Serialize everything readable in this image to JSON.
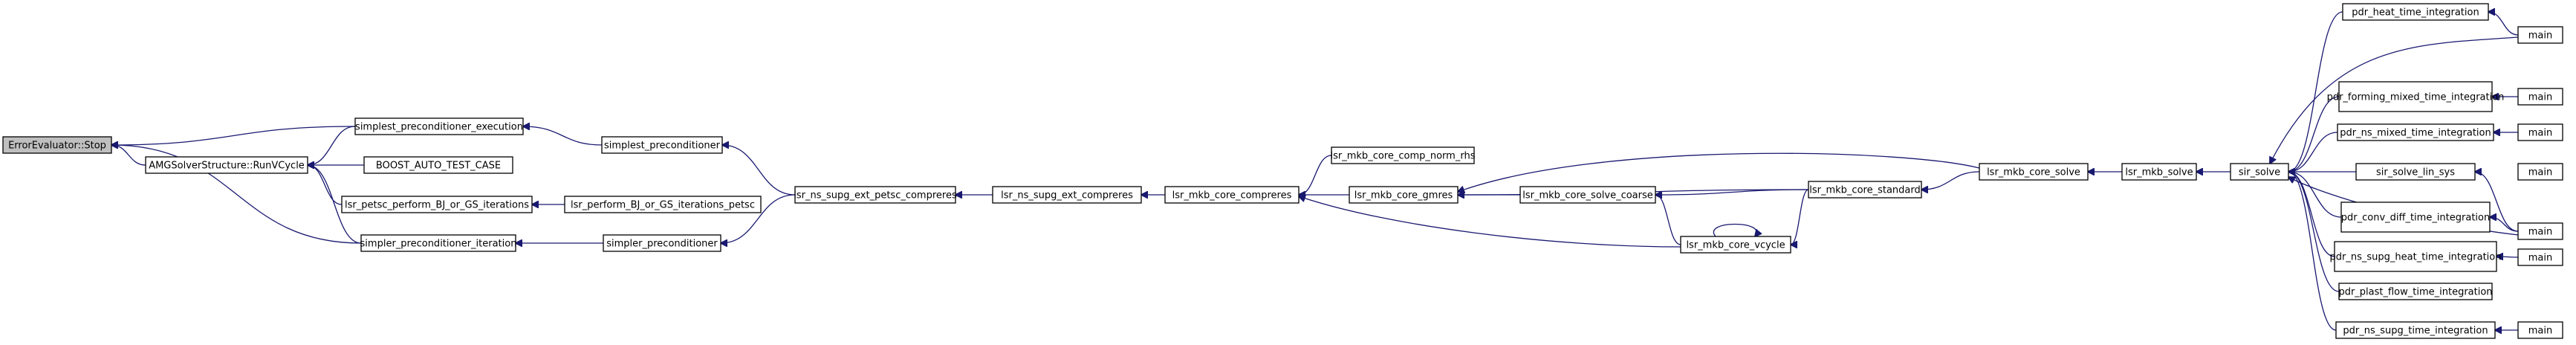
{
  "diagram": {
    "type": "call-graph",
    "edge_color": "#191970",
    "nodes": [
      {
        "id": "n0",
        "label": "ErrorEvaluator::Stop"
      },
      {
        "id": "n1",
        "label": "simplest_preconditioner_execution"
      },
      {
        "id": "n2",
        "label": "AMGSolverStructure::RunVCycle"
      },
      {
        "id": "n3",
        "label": "BOOST_AUTO_TEST_CASE"
      },
      {
        "id": "n4",
        "label": "lsr_petsc_perform_BJ_or_GS_iterations"
      },
      {
        "id": "n5",
        "label": "simpler_preconditioner_iteration"
      },
      {
        "id": "n6",
        "label": "simplest_preconditioner"
      },
      {
        "id": "n7",
        "label": "lsr_perform_BJ_or_GS_iterations_petsc"
      },
      {
        "id": "n8",
        "label": "simpler_preconditioner"
      },
      {
        "id": "n9",
        "label": "lsr_ns_supg_ext_petsc_compreres"
      },
      {
        "id": "n10",
        "label": "lsr_ns_supg_ext_compreres"
      },
      {
        "id": "n11",
        "label": "lsr_mkb_core_compreres"
      },
      {
        "id": "n12",
        "label": "lsr_mkb_core_comp_norm_rhs"
      },
      {
        "id": "n13",
        "label": "lsr_mkb_core_gmres"
      },
      {
        "id": "n14",
        "label": "lsr_mkb_core_solve_coarse"
      },
      {
        "id": "n15",
        "label": "lsr_mkb_core_vcycle"
      },
      {
        "id": "n16",
        "label": "lsr_mkb_core_standard"
      },
      {
        "id": "n17",
        "label": "lsr_mkb_core_solve"
      },
      {
        "id": "n18",
        "label": "lsr_mkb_solve"
      },
      {
        "id": "n19",
        "label": "sir_solve"
      },
      {
        "id": "n20",
        "label": "pdr_heat_time_integration"
      },
      {
        "id": "n21",
        "label": "pdr_forming_mixed_time_integration"
      },
      {
        "id": "n22",
        "label": "pdr_ns_mixed_time_integration"
      },
      {
        "id": "n23",
        "label": "sir_solve_lin_sys"
      },
      {
        "id": "n24",
        "label": "pdr_conv_diff_time_integration"
      },
      {
        "id": "n25",
        "label": "pdr_ns_supg_heat_time_integration"
      },
      {
        "id": "n26",
        "label": "pdr_plast_flow_time_integration"
      },
      {
        "id": "n27",
        "label": "pdr_ns_supg_time_integration"
      },
      {
        "id": "n28",
        "label": "main"
      },
      {
        "id": "n29",
        "label": "main"
      },
      {
        "id": "n30",
        "label": "main"
      },
      {
        "id": "n31",
        "label": "main"
      },
      {
        "id": "n32",
        "label": "main"
      },
      {
        "id": "n33",
        "label": "main"
      },
      {
        "id": "n34",
        "label": "main"
      }
    ],
    "edges": [
      {
        "from": "n1",
        "to": "n0"
      },
      {
        "from": "n2",
        "to": "n0"
      },
      {
        "from": "n5",
        "to": "n0"
      },
      {
        "from": "n1",
        "to": "n2"
      },
      {
        "from": "n3",
        "to": "n2"
      },
      {
        "from": "n4",
        "to": "n2"
      },
      {
        "from": "n5",
        "to": "n2"
      },
      {
        "from": "n6",
        "to": "n1"
      },
      {
        "from": "n7",
        "to": "n4"
      },
      {
        "from": "n8",
        "to": "n5"
      },
      {
        "from": "n9",
        "to": "n6"
      },
      {
        "from": "n9",
        "to": "n8"
      },
      {
        "from": "n10",
        "to": "n9"
      },
      {
        "from": "n11",
        "to": "n10"
      },
      {
        "from": "n12",
        "to": "n11"
      },
      {
        "from": "n13",
        "to": "n11"
      },
      {
        "from": "n15",
        "to": "n11"
      },
      {
        "from": "n14",
        "to": "n13"
      },
      {
        "from": "n16",
        "to": "n13"
      },
      {
        "from": "n17",
        "to": "n13"
      },
      {
        "from": "n16",
        "to": "n14"
      },
      {
        "from": "n15",
        "to": "n14"
      },
      {
        "from": "n16",
        "to": "n15"
      },
      {
        "from": "n15",
        "to": "n15"
      },
      {
        "from": "n17",
        "to": "n16"
      },
      {
        "from": "n18",
        "to": "n17"
      },
      {
        "from": "n19",
        "to": "n18"
      },
      {
        "from": "n20",
        "to": "n19"
      },
      {
        "from": "n21",
        "to": "n19"
      },
      {
        "from": "n22",
        "to": "n19"
      },
      {
        "from": "n23",
        "to": "n19"
      },
      {
        "from": "n24",
        "to": "n19"
      },
      {
        "from": "n25",
        "to": "n19"
      },
      {
        "from": "n26",
        "to": "n19"
      },
      {
        "from": "n27",
        "to": "n19"
      },
      {
        "from": "n28",
        "to": "n19"
      },
      {
        "from": "n32",
        "to": "n19"
      },
      {
        "from": "n28",
        "to": "n20"
      },
      {
        "from": "n29",
        "to": "n21"
      },
      {
        "from": "n30",
        "to": "n22"
      },
      {
        "from": "n32",
        "to": "n23"
      },
      {
        "from": "n32",
        "to": "n24"
      },
      {
        "from": "n33",
        "to": "n25"
      },
      {
        "from": "n34",
        "to": "n27"
      }
    ]
  }
}
